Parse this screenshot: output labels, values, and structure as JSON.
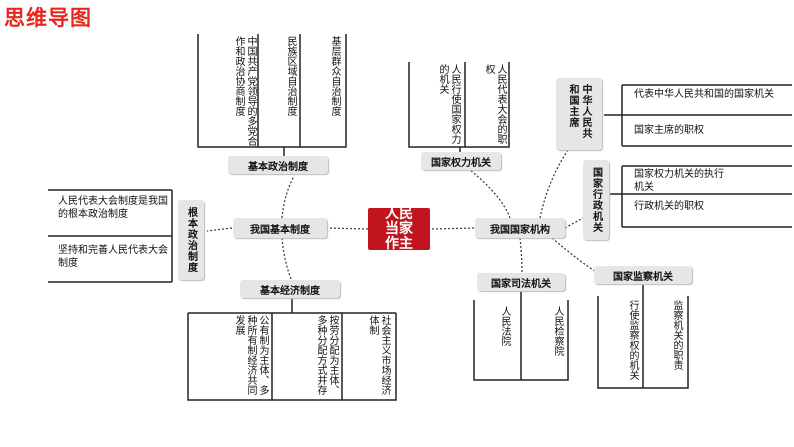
{
  "title": "思维导图",
  "center": "人民当家作主",
  "left": {
    "hub": "我国基本制度",
    "political": {
      "label": "基本政治制度",
      "items": [
        "中国共产党领导的多党合作和政治协商制度",
        "民族区域自治制度",
        "基层群众自治制度"
      ]
    },
    "fundamental": {
      "label": "根本政治制度",
      "items": [
        "人民代表大会制度是我国的根本政治制度",
        "坚持和完善人民代表大会制度"
      ]
    },
    "economic": {
      "label": "基本经济制度",
      "items": [
        "公有制为主体、多种所有制经济共同发展",
        "按劳分配为主体、多种分配方式并存",
        "社会主义市场经济体制"
      ]
    }
  },
  "right": {
    "hub": "我国国家机构",
    "power": {
      "label": "国家权力机关",
      "items": [
        "人民行使国家权力的机关",
        "人民代表大会的职权"
      ]
    },
    "president": {
      "label": "中华人民共和国主席",
      "items": [
        "代表中华人民共和国的国家机关",
        "国家主席的职权"
      ]
    },
    "admin": {
      "label": "国家行政机关",
      "items": [
        "国家权力机关的执行机关",
        "行政机关的职权"
      ]
    },
    "judicial": {
      "label": "国家司法机关",
      "items": [
        "人民法院",
        "人民检察院"
      ]
    },
    "supervision": {
      "label": "国家监察机关",
      "items": [
        "行使监察权的机关",
        "监察机关的职责"
      ]
    }
  }
}
